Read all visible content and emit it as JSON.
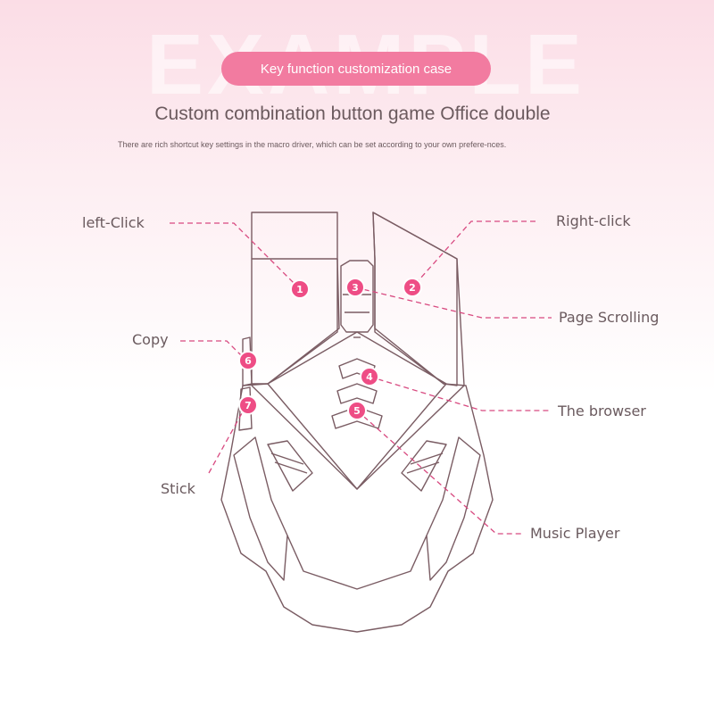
{
  "watermark": "EXAMPLE",
  "pill_title": "Key function customization case",
  "headline": "Custom combination button game Office double",
  "description": "There are rich shortcut key settings in the macro driver, which can be set according to your own prefere-nces.",
  "colors": {
    "accent": "#ee4d85",
    "pill": "#f27ba0",
    "outline": "#7a5c63",
    "text": "#6a5a5e"
  },
  "buttons": [
    {
      "number": "1",
      "label": "left-Click"
    },
    {
      "number": "2",
      "label": "Right-click"
    },
    {
      "number": "3",
      "label": "Page Scrolling"
    },
    {
      "number": "4",
      "label": "The browser"
    },
    {
      "number": "5",
      "label": "Music Player"
    },
    {
      "number": "6",
      "label": "Copy"
    },
    {
      "number": "7",
      "label": "Stick"
    }
  ]
}
